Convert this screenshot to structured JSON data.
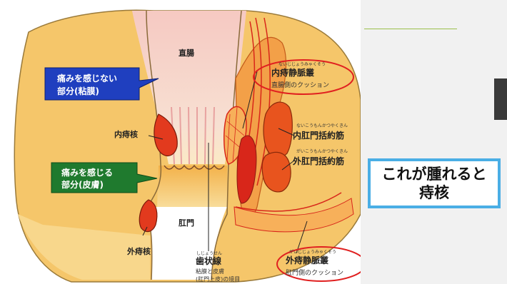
{
  "diagram": {
    "rectum": "直腸",
    "no_pain_label": [
      "痛みを感じない",
      "部分(粘膜)"
    ],
    "pain_label": [
      "痛みを感じる",
      "部分(皮膚)"
    ],
    "internal_hemorrhoid": "内痔核",
    "external_hemorrhoid": "外痔核",
    "anus": "肛門",
    "dentate_line": "歯状線",
    "dentate_note": [
      "粘膜と皮膚",
      "(肛門上皮)の境目"
    ],
    "dentate_ruby": "しじょうせん",
    "internal_plexus": "内痔静脈叢",
    "internal_plexus_ruby": "ないじじょうみゃくそう",
    "internal_plexus_note": "直腸側のクッション",
    "internal_sphincter": "内肛門括約筋",
    "internal_sphincter_ruby": "ないこうもんかつやくきん",
    "external_sphincter": "外肛門括約筋",
    "external_sphincter_ruby": "がいこうもんかつやくきん",
    "external_plexus": "外痔静脈叢",
    "external_plexus_ruby": "がいじじょうみゃくそう",
    "external_plexus_note": "肛門側のクッション"
  },
  "callout": {
    "line1": "これが腫れると",
    "line2": "痔核"
  },
  "colors": {
    "tissue": "#f5c66a",
    "tissue_light": "#f8d78c",
    "muscle": "#e8541e",
    "vein": "#d8261a",
    "blue_box": "#1f3fbf",
    "green_box": "#1f7a2e",
    "red_ring": "#e02020",
    "callout_border": "#4aaee5"
  }
}
